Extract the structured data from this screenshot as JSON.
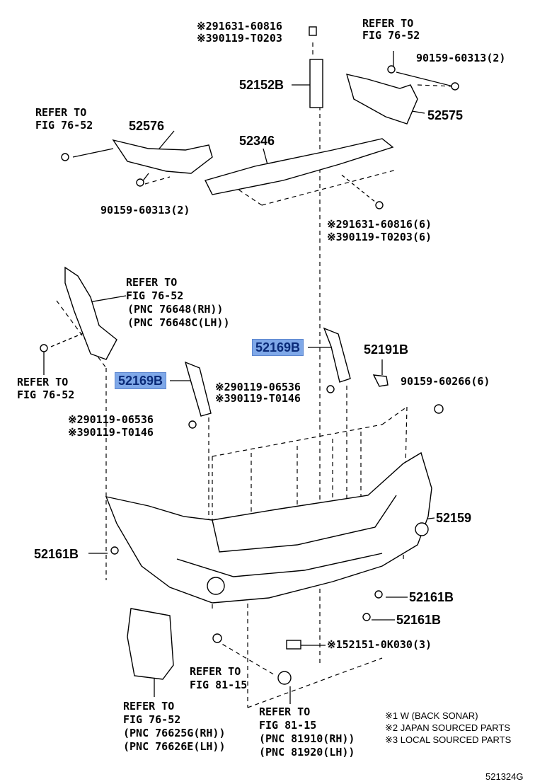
{
  "labels": {
    "top_bolt_a": "※291631-60816",
    "top_bolt_b": "※390119-T0203",
    "ref_7652_top_r_1": "REFER TO",
    "ref_7652_top_r_2": "FIG 76-52",
    "bolt_90159_60313_r": "90159-60313(2)",
    "p52152B": "52152B",
    "p52575": "52575",
    "ref_7652_left_1": "REFER TO",
    "ref_7652_left_2": "FIG 76-52",
    "p52576": "52576",
    "p52346": "52346",
    "bolt_90159_60313_l": "90159-60313(2)",
    "mid_bolt_a": "※291631-60816(6)",
    "mid_bolt_b": "※390119-T0203(6)",
    "ref_7652_fender_1": "REFER TO",
    "ref_7652_fender_2": "FIG 76-52",
    "ref_7652_fender_3": "(PNC 76648(RH))",
    "ref_7652_fender_4": "(PNC 76648C(LH))",
    "p52169B_right": "52169B",
    "p52191B": "52191B",
    "ref_7652_far_1": "REFER TO",
    "ref_7652_far_2": "FIG 76-52",
    "p52169B_left": "52169B",
    "bolt_center_a": "※290119-06536",
    "bolt_center_b": "※390119-T0146",
    "bolt_90159_60266": "90159-60266(6)",
    "bolt_left_a": "※290119-06536",
    "bolt_left_b": "※390119-T0146",
    "p52159": "52159",
    "p52161B_left": "52161B",
    "p52161B_r1": "52161B",
    "p52161B_r2": "52161B",
    "p52151": "※152151-0K030(3)",
    "ref_8115_a_1": "REFER TO",
    "ref_8115_a_2": "FIG 81-15",
    "ref_mud_1": "REFER TO",
    "ref_mud_2": "FIG 76-52",
    "ref_mud_3": "(PNC 76625G(RH))",
    "ref_mud_4": "(PNC 76626E(LH))",
    "ref_8115_b_1": "REFER TO",
    "ref_8115_b_2": "FIG 81-15",
    "ref_8115_b_3": "(PNC 81910(RH))",
    "ref_8115_b_4": "(PNC 81920(LH))",
    "note1": "※1 W (BACK SONAR)",
    "note2": "※2 JAPAN SOURCED PARTS",
    "note3": "※3 LOCAL SOURCED PARTS",
    "diagram_id": "521324G"
  },
  "highlight_color": "#7fa8e8"
}
